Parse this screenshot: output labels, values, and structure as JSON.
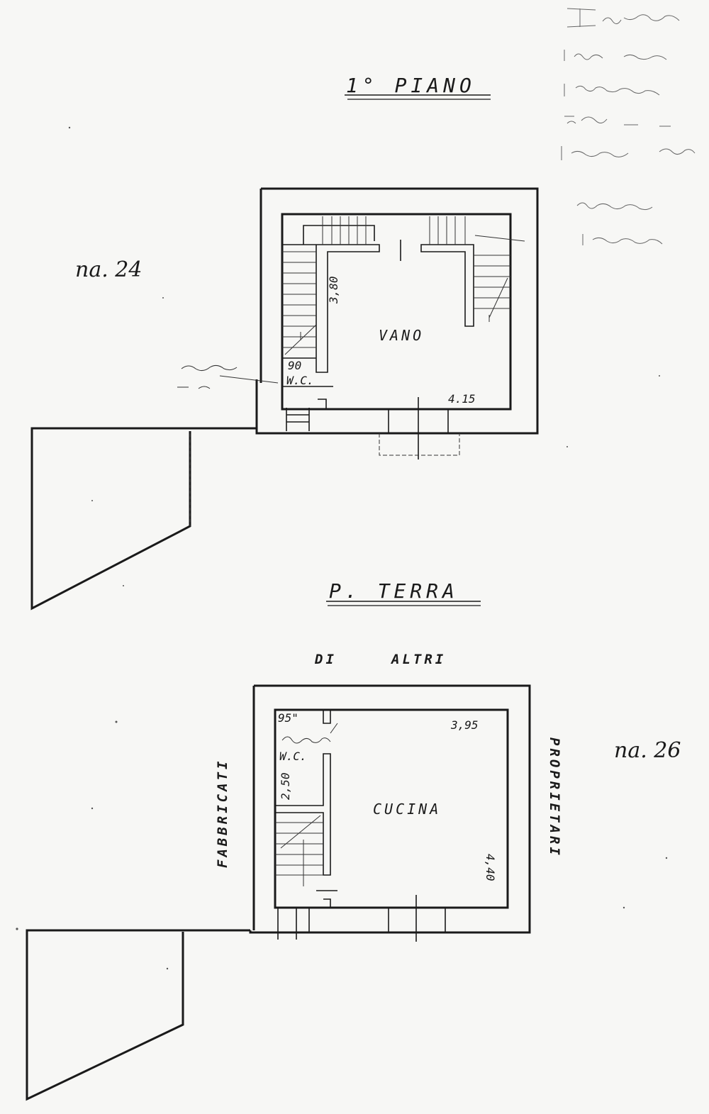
{
  "floors": {
    "upper": {
      "title": "1° PIANO",
      "room": "VANO",
      "wc": "W.C.",
      "dim_wc": "90",
      "dim_height": "3,80",
      "dim_width": "4.15",
      "unit_label": "na. 24"
    },
    "ground": {
      "title": "P. TERRA",
      "room": "CUCINA",
      "wc": "W.C.",
      "dim_wc_width": "95\"",
      "dim_wc_height": "2,50",
      "dim_width": "3,95",
      "dim_height": "4,40",
      "unit_label": "na. 26",
      "top_text_1": "DI",
      "top_text_2": "ALTRI",
      "left_text": "FABBRICATI",
      "right_text": "PROPRIETARI"
    }
  }
}
